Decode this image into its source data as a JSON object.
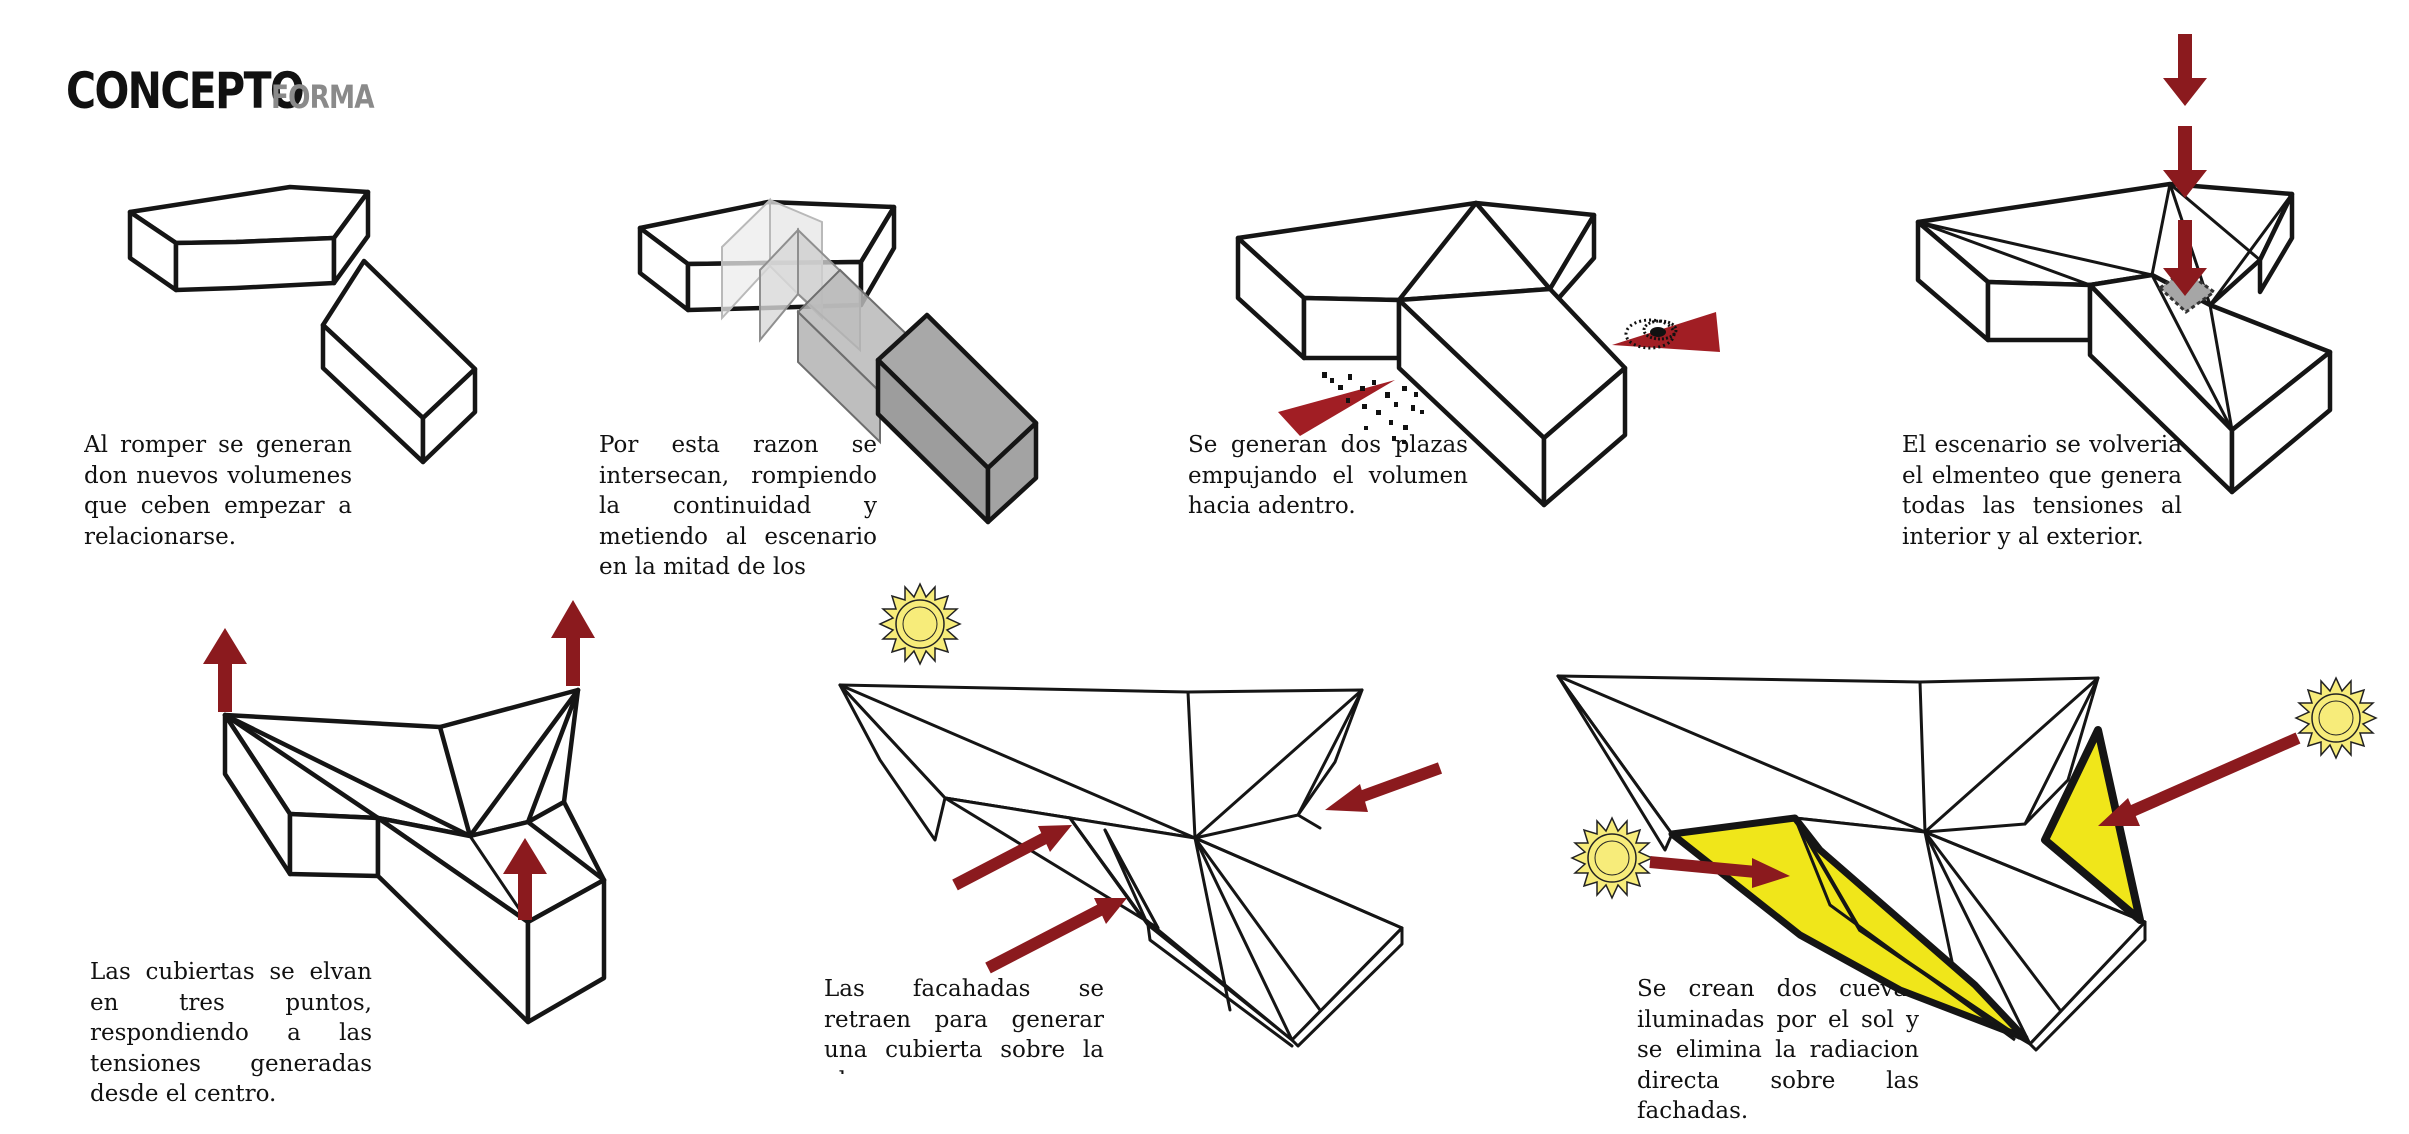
{
  "header": {
    "title": "CONCEPTO",
    "subtitle": "FORMA"
  },
  "panels": [
    {
      "caption": "Al romper se generan don nuevos volumenes que ceben empezar a relacionarse."
    },
    {
      "caption": "Por esta razon se intersecan, rompiendo la continuidad y metiendo al escenario en la mitad de los"
    },
    {
      "caption": "Se generan dos plazas empujando el volumen hacia adentro."
    },
    {
      "caption": "El escenario se volveria el elmenteo que genera todas las tensiones al interior y al exterior."
    },
    {
      "caption": "Las cubiertas se elvan en tres puntos, respondiendo a las tensiones generadas desde el centro."
    },
    {
      "caption": "Las facahadas se retraen para generar una cubierta sobre la plaza"
    },
    {
      "caption": "Se crean dos cuevas iluminadas por el sol y se elimina la radiacion directa sobre las fachadas."
    }
  ],
  "colors": {
    "arrow": "#8b1a1e",
    "sun": "#f7ec7a",
    "cave": "#f0e61a",
    "ghost": "#c9c9c9",
    "stage": "#a2a2a2"
  },
  "icons": [
    "sun-icon",
    "arrow-icon"
  ]
}
